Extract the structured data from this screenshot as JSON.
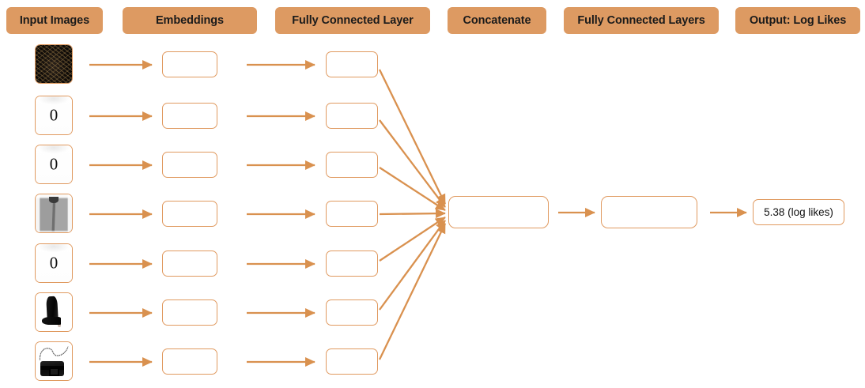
{
  "diagram": {
    "title": "Neural network architecture for predicting log likes from outfit item images",
    "accent_color": "#DD9A62",
    "box_border_color": "#E09A60",
    "background": "#FFFFFF"
  },
  "headers": [
    {
      "id": "input-images",
      "label": "Input Images"
    },
    {
      "id": "embeddings",
      "label": "Embeddings"
    },
    {
      "id": "fully-connected-layer",
      "label": "Fully Connected Layer"
    },
    {
      "id": "concatenate",
      "label": "Concatenate"
    },
    {
      "id": "fully-connected-layers",
      "label": "Fully Connected Layers"
    },
    {
      "id": "output-log-likes",
      "label": "Output: Log Likes"
    }
  ],
  "rows": [
    {
      "index": 0,
      "image": {
        "kind": "dress",
        "alt": "black patterned dress",
        "overlay_text": ""
      }
    },
    {
      "index": 1,
      "image": {
        "kind": "shirt",
        "alt": "white garment",
        "overlay_text": "0"
      }
    },
    {
      "index": 2,
      "image": {
        "kind": "shirt",
        "alt": "white garment",
        "overlay_text": "0"
      }
    },
    {
      "index": 3,
      "image": {
        "kind": "coat",
        "alt": "grey coat",
        "overlay_text": ""
      }
    },
    {
      "index": 4,
      "image": {
        "kind": "shirt",
        "alt": "white garment",
        "overlay_text": "0"
      }
    },
    {
      "index": 5,
      "image": {
        "kind": "boot",
        "alt": "black ankle boot",
        "overlay_text": ""
      }
    },
    {
      "index": 6,
      "image": {
        "kind": "bag",
        "alt": "black chain bag",
        "overlay_text": ""
      }
    }
  ],
  "nodes": {
    "embedding_boxes_count": 7,
    "fc_boxes_count": 7,
    "concatenate_box": {
      "label": ""
    },
    "fc_layers_box": {
      "label": ""
    },
    "output_box": {
      "label": "5.38 (log likes)",
      "value": 5.38,
      "unit": "log likes"
    }
  },
  "arrows": {
    "image_to_embedding_count": 7,
    "embedding_to_fc_count": 7,
    "fc_to_concat_count": 7,
    "concat_to_fc_layers_count": 1,
    "fc_layers_to_output_count": 1,
    "color": "#D9914F"
  }
}
